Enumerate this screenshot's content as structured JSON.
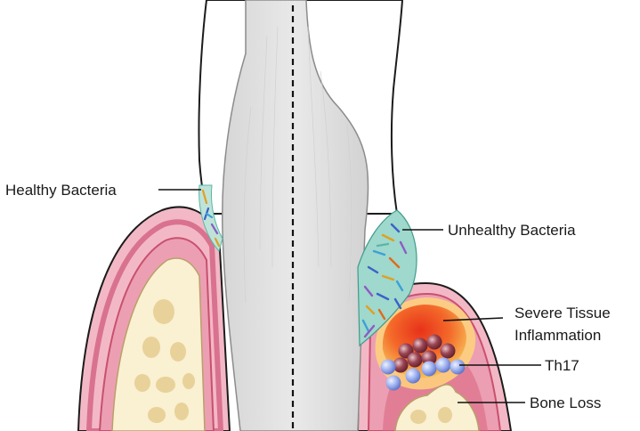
{
  "labels": {
    "healthy_bacteria": "Healthy Bacteria",
    "unhealthy_bacteria": "Unhealthy Bacteria",
    "severe_tissue_line1": "Severe Tissue",
    "severe_tissue_line2": "Inflammation",
    "th17": "Th17",
    "bone_loss": "Bone Loss"
  },
  "colors": {
    "tooth_fill": "#e3e3e3",
    "tooth_outline": "#1c1c1c",
    "gum_pink": "#f3b8c6",
    "gum_dark": "#d9728f",
    "bone": "#faf0d2",
    "bone_holes": "#e8d29a",
    "inflammation_core": "#f0401c",
    "inflammation_glow": "#ffb54a",
    "th17_red": "#8e3846",
    "th17_blue": "#8fa4ea",
    "bacteria_teal": "#59b7a6"
  },
  "icons": {
    "th17_cells": "cell-cluster-icon",
    "healthy_biofilm": "bacteria-biofilm-icon",
    "unhealthy_biofilm": "bacteria-biofilm-icon"
  }
}
